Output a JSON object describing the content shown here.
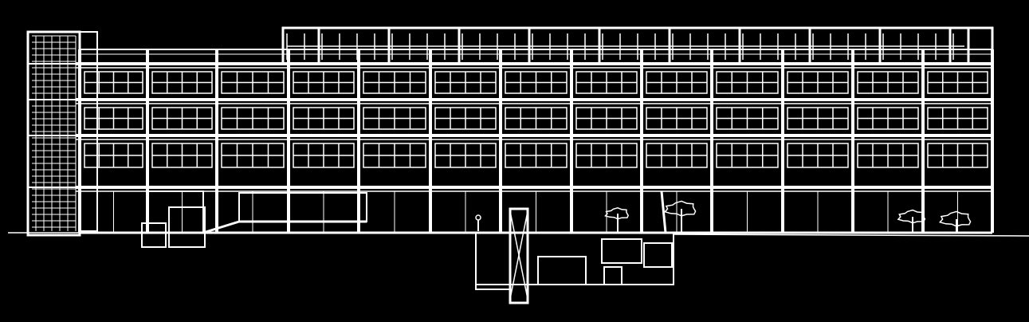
{
  "drawing": {
    "subject": "building-elevation",
    "colors": {
      "background": "#000000",
      "line": "#ffffff"
    },
    "floors_above_ground": 4,
    "bays": 13
  }
}
